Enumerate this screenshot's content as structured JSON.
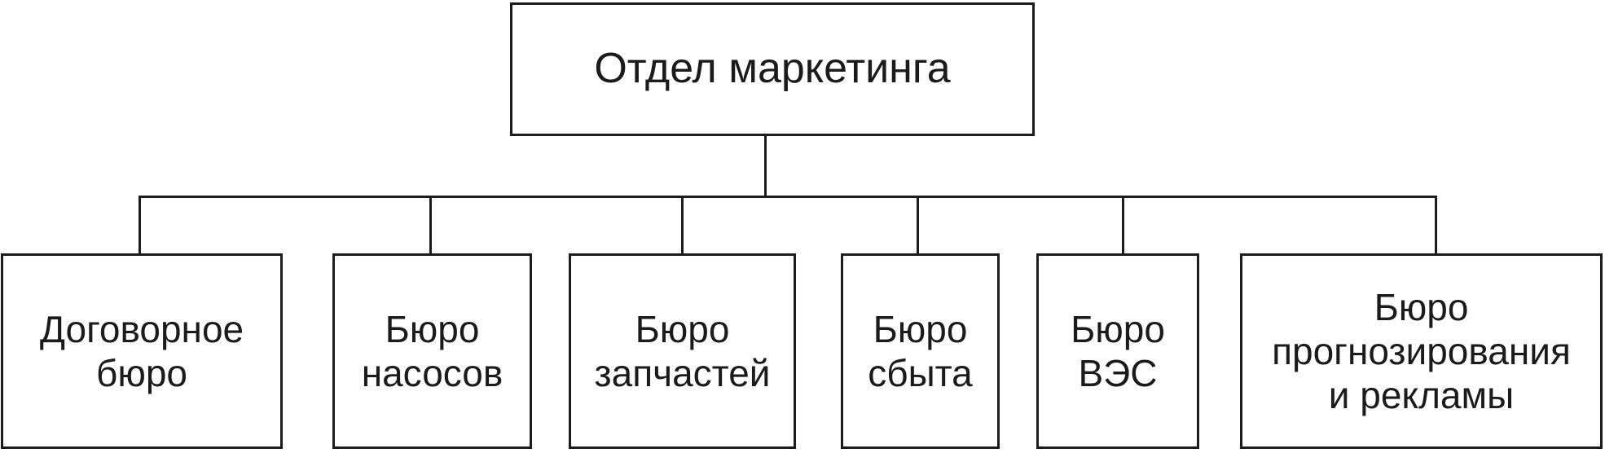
{
  "diagram": {
    "type": "org-chart",
    "colors": {
      "line": "#1c1c1c",
      "text": "#1b1b1b",
      "background": "#ffffff"
    },
    "root": {
      "label": "Отдел маркетинга"
    },
    "children": [
      {
        "label": "Договорное\nбюро"
      },
      {
        "label": "Бюро\nнасосов"
      },
      {
        "label": "Бюро\nзапчастей"
      },
      {
        "label": "Бюро\nсбыта"
      },
      {
        "label": "Бюро\nВЭС"
      },
      {
        "label": "Бюро\nпрогнозирования\nи рекламы"
      }
    ]
  }
}
